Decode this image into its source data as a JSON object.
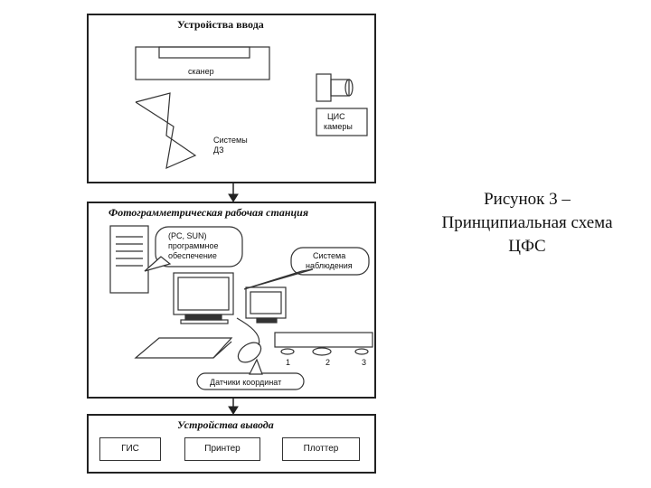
{
  "caption": {
    "line1": "Рисунок 3 –",
    "line2": "Принципиальная схема",
    "line3": "ЦФС"
  },
  "input_section": {
    "title": "Устройства ввода",
    "scanner_label": "сканер",
    "camera_label_1": "ЦИС",
    "camera_label_2": "камеры",
    "rs_label_1": "Системы",
    "rs_label_2": "ДЗ"
  },
  "workstation_section": {
    "title": "Фотограмметрическая рабочая станция",
    "software_bubble_1": "(PC, SUN)",
    "software_bubble_2": "программное",
    "software_bubble_3": "обеспечение",
    "observation_bubble_1": "Система",
    "observation_bubble_2": "наблюдения",
    "sensors_label": "Датчики координат",
    "pedal_1": "1",
    "pedal_2": "2",
    "pedal_3": "3"
  },
  "output_section": {
    "title": "Устройства вывода",
    "items": [
      "ГИС",
      "Принтер",
      "Плоттер"
    ]
  }
}
